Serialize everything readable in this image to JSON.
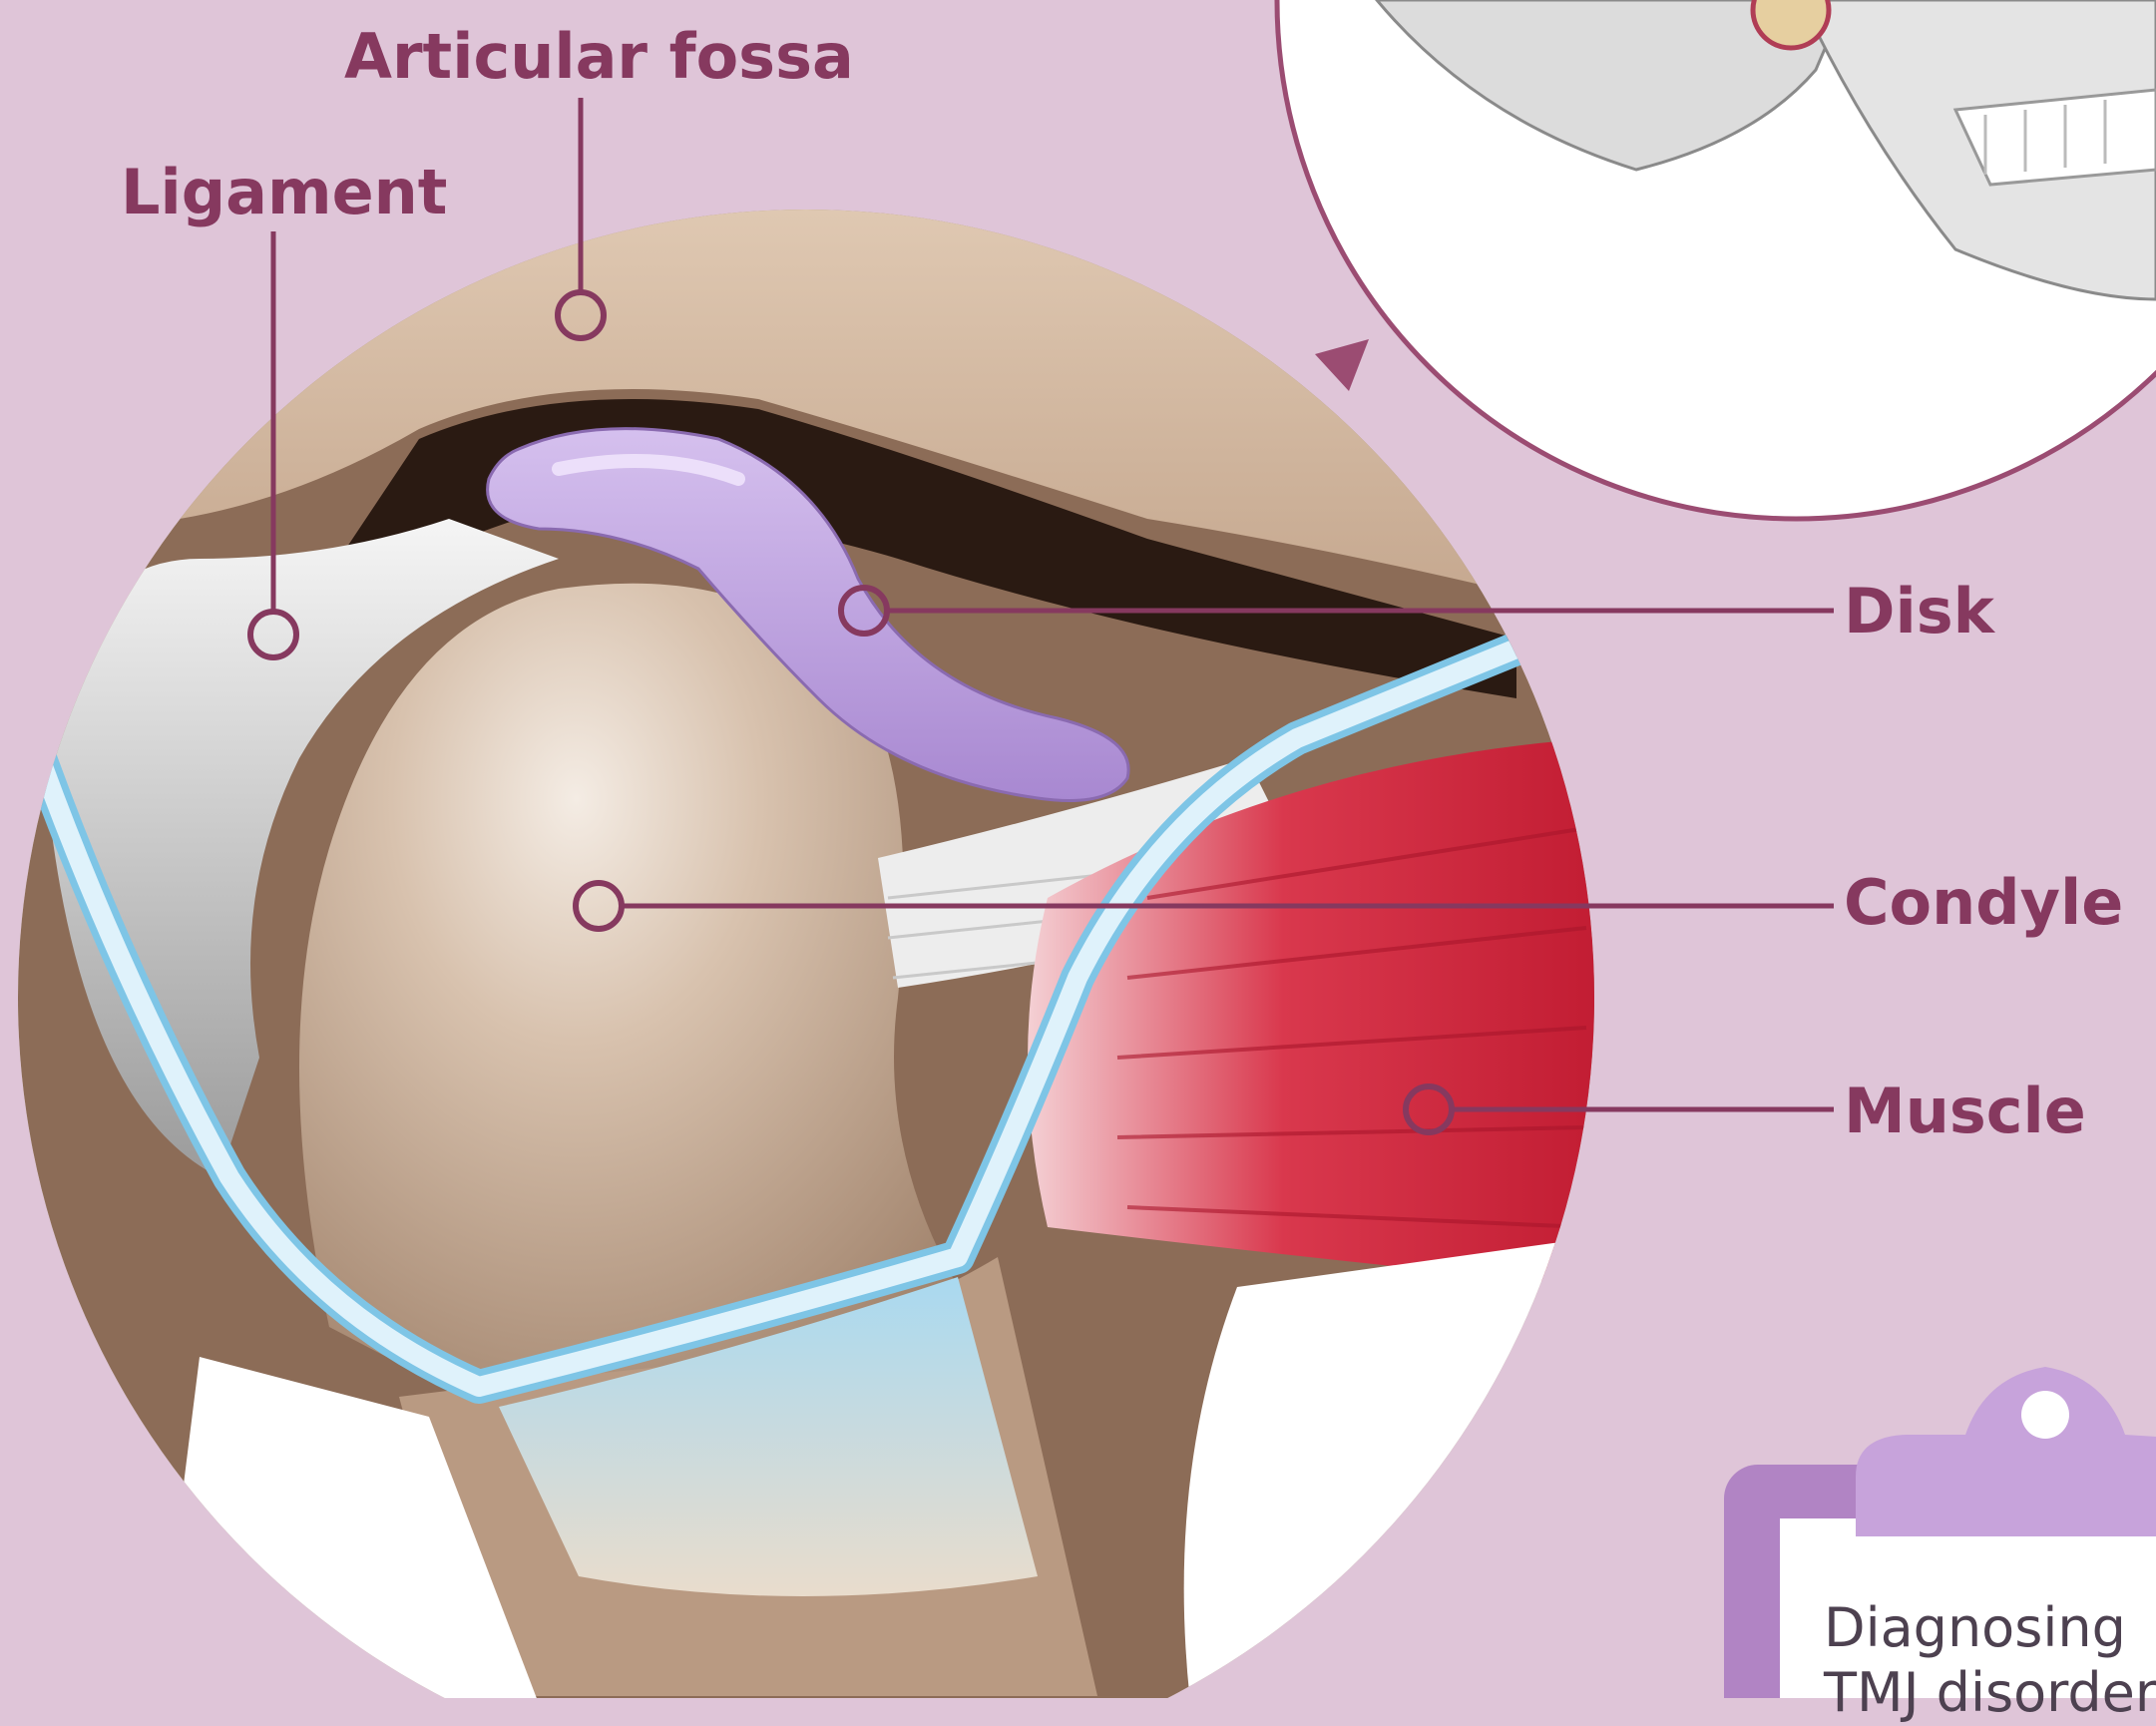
{
  "labels": {
    "articular_fossa": "Articular fossa",
    "ligament": "Ligament",
    "disk": "Disk",
    "condyle": "Condyle",
    "muscle": "Muscle"
  },
  "clipboard": {
    "line1": "Diagnosing",
    "line2": "TMJ disorders"
  },
  "colors": {
    "background": "#dfc5d8",
    "label": "#86395f",
    "bone": "#c8ab93",
    "disk": "#b79ad6",
    "muscle": "#d2293f",
    "cartilage": "#a8d8ef",
    "clipboard": "#b184c4"
  }
}
